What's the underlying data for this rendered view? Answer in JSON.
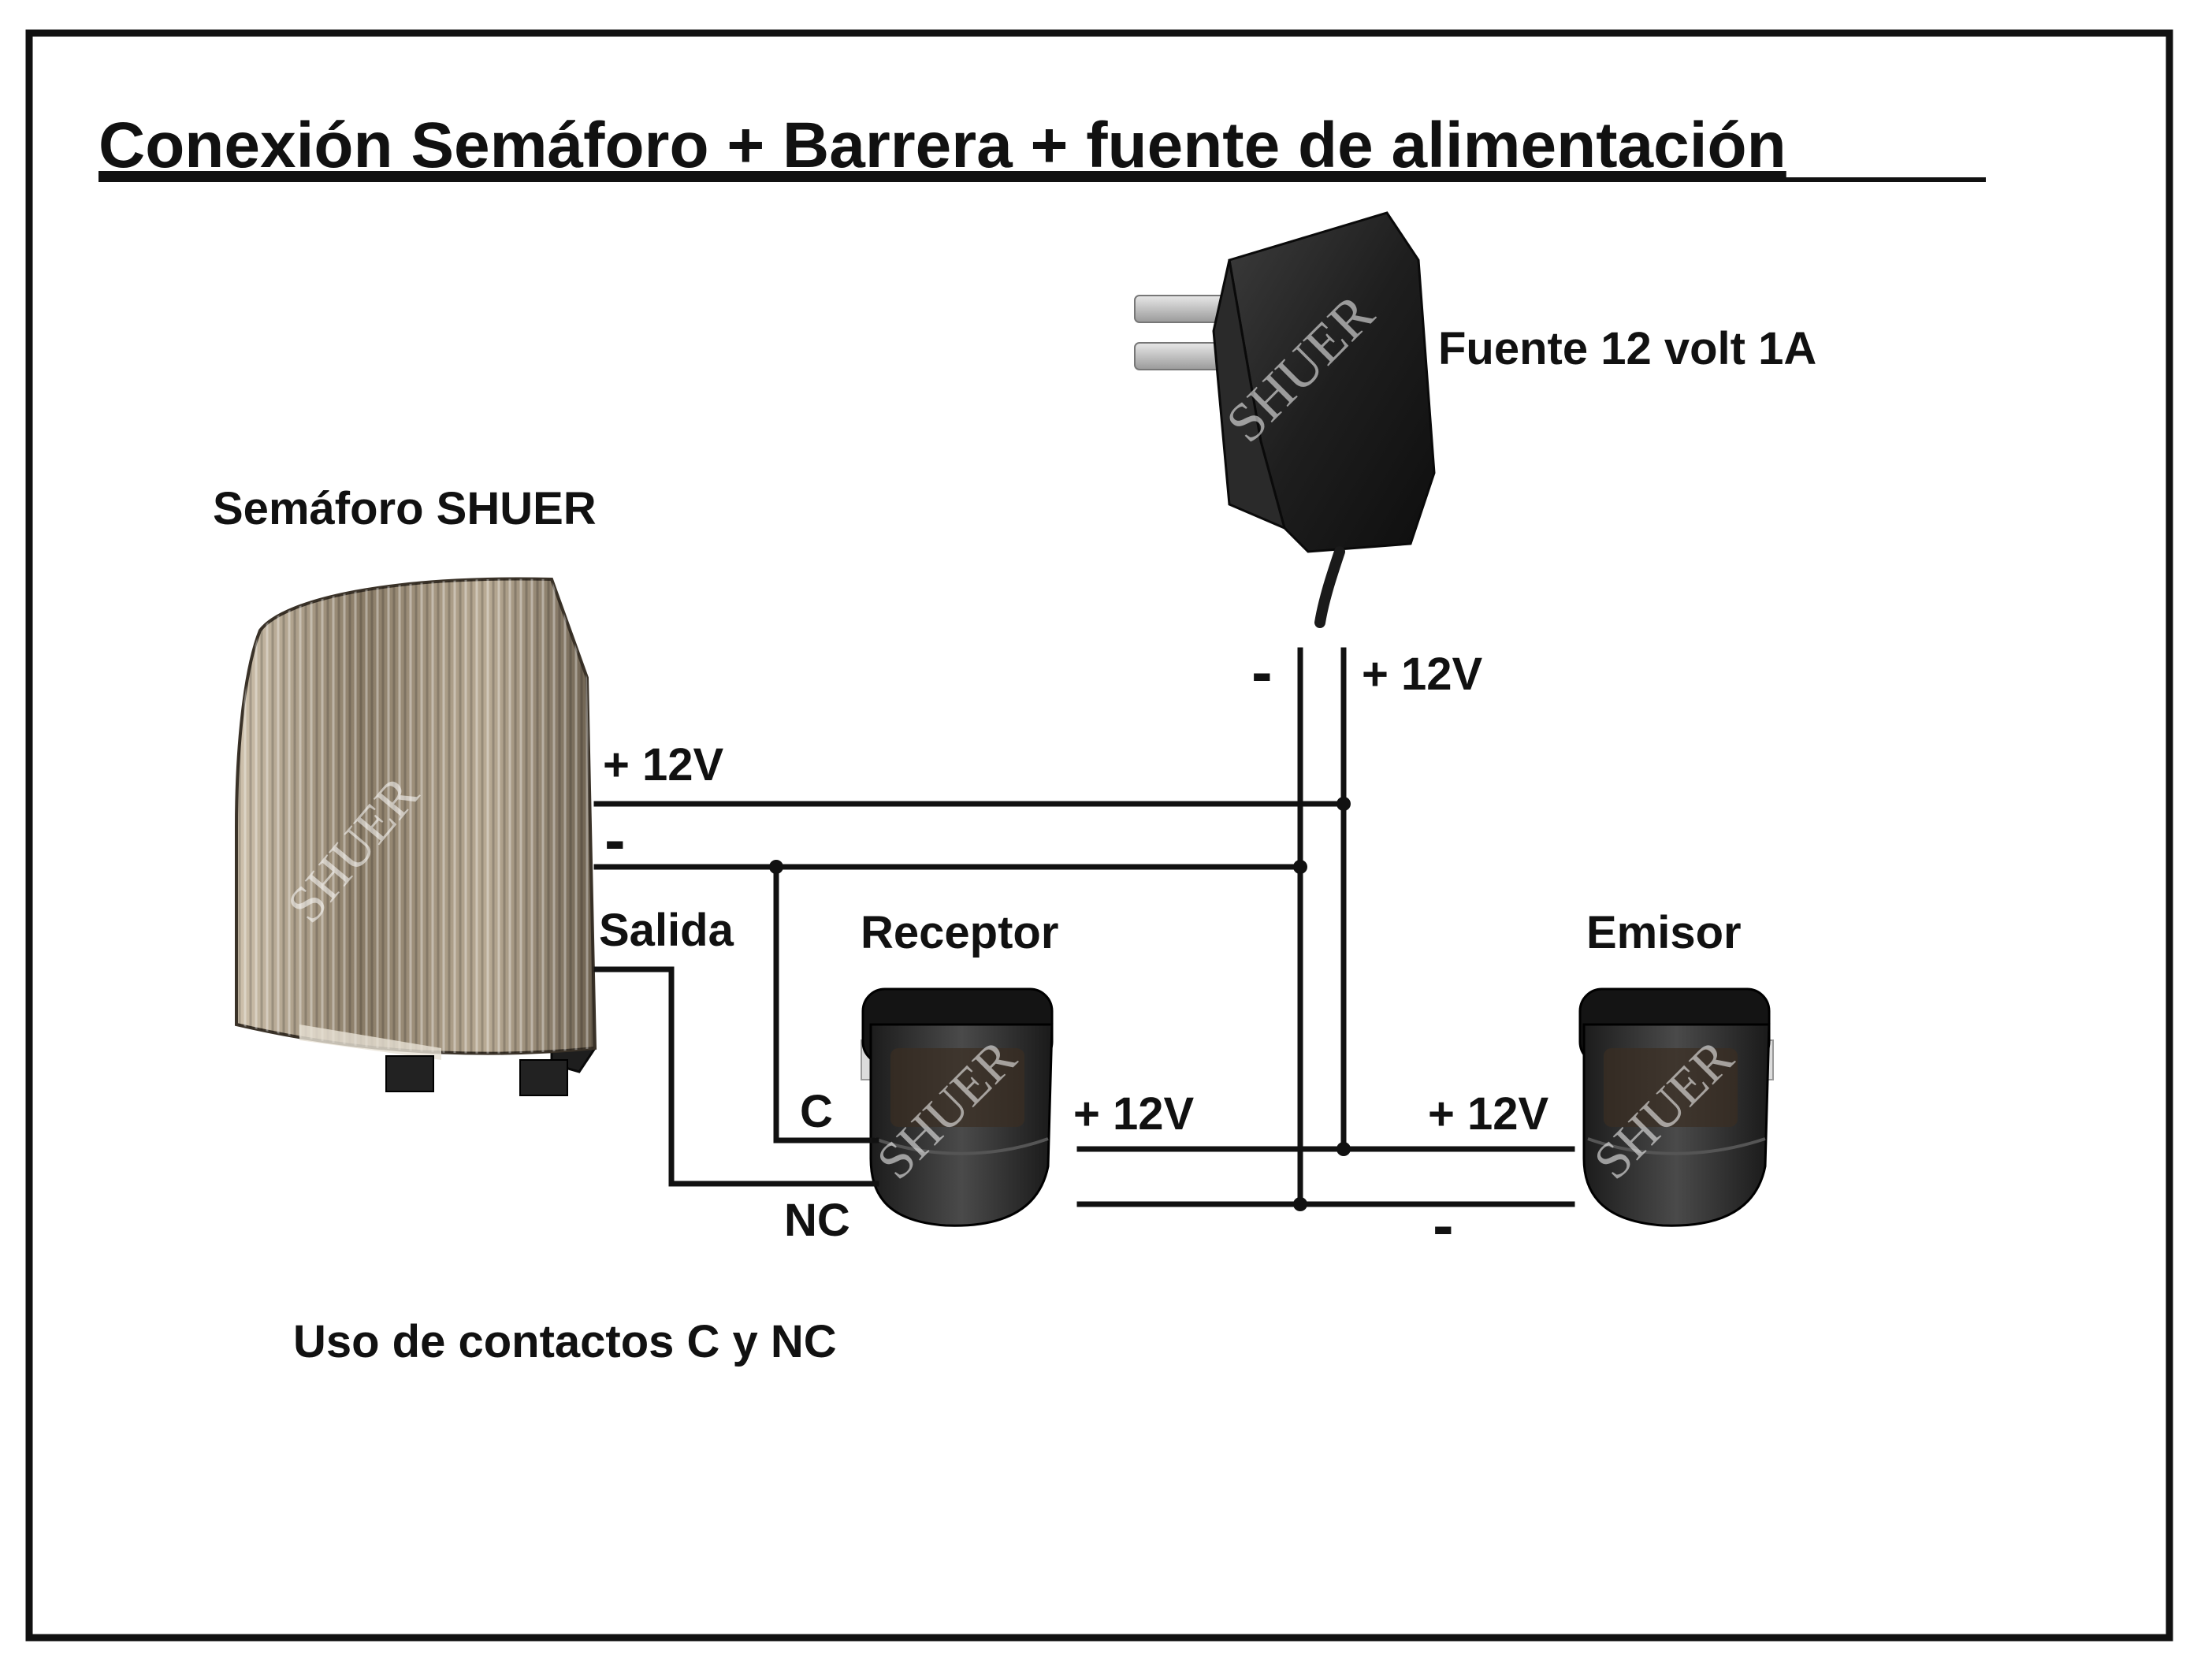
{
  "title": "Conexión Semáforo + Barrera + fuente de alimentación",
  "devices": {
    "power_supply_label": "Fuente 12 volt 1A",
    "traffic_light_label": "Semáforo SHUER",
    "receiver_label": "Receptor",
    "emitter_label": "Emisor"
  },
  "watermark": "SHUER",
  "terminals": {
    "supply_negative": "-",
    "supply_positive": "+ 12V",
    "light_positive": "+ 12V",
    "light_negative": "-",
    "light_output": "Salida",
    "receiver_common": "C",
    "receiver_nc": "NC",
    "receiver_positive": "+ 12V",
    "emitter_positive": "+ 12V",
    "emitter_negative": "-"
  },
  "footer_note": "Uso de contactos C y NC",
  "colors": {
    "wire": "#111111",
    "frame": "#111111",
    "background": "#ffffff",
    "device_body": "#2b2b2b",
    "lamp_lens": "#a89880"
  }
}
